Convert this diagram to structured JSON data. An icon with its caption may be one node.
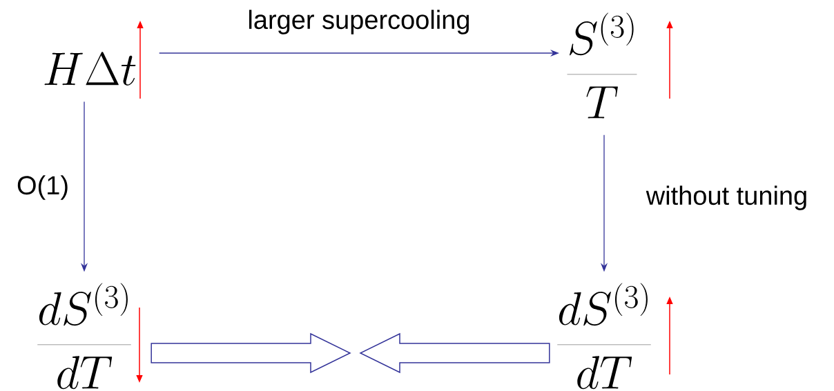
{
  "diagram": {
    "nodes": [
      {
        "text": [
          "H\\Delta t"
        ]
      },
      {
        "text": [
          "\\frac{S^{(3)}}{T}"
        ]
      },
      {
        "text": [
          "\\frac{dS^{(3)}}{dT}"
        ]
      },
      {
        "text": [
          "\\frac{dS^{(3)}}{dT}"
        ]
      }
    ],
    "edges": [
      {
        "from": 0,
        "to": 1,
        "arrow": "to",
        "label": "larger supercooling"
      },
      {
        "from": 0,
        "to": 2,
        "arrow": "to",
        "label": "O(1)"
      },
      {
        "from": 1,
        "to": 3,
        "arrow": "to",
        "label": "without tuning"
      },
      {
        "from": 2,
        "to": null,
        "arrow": "to",
        "style": "thick"
      },
      {
        "from": 3,
        "to": null,
        "arrow": "to",
        "style": "thick"
      }
    ]
  }
}
